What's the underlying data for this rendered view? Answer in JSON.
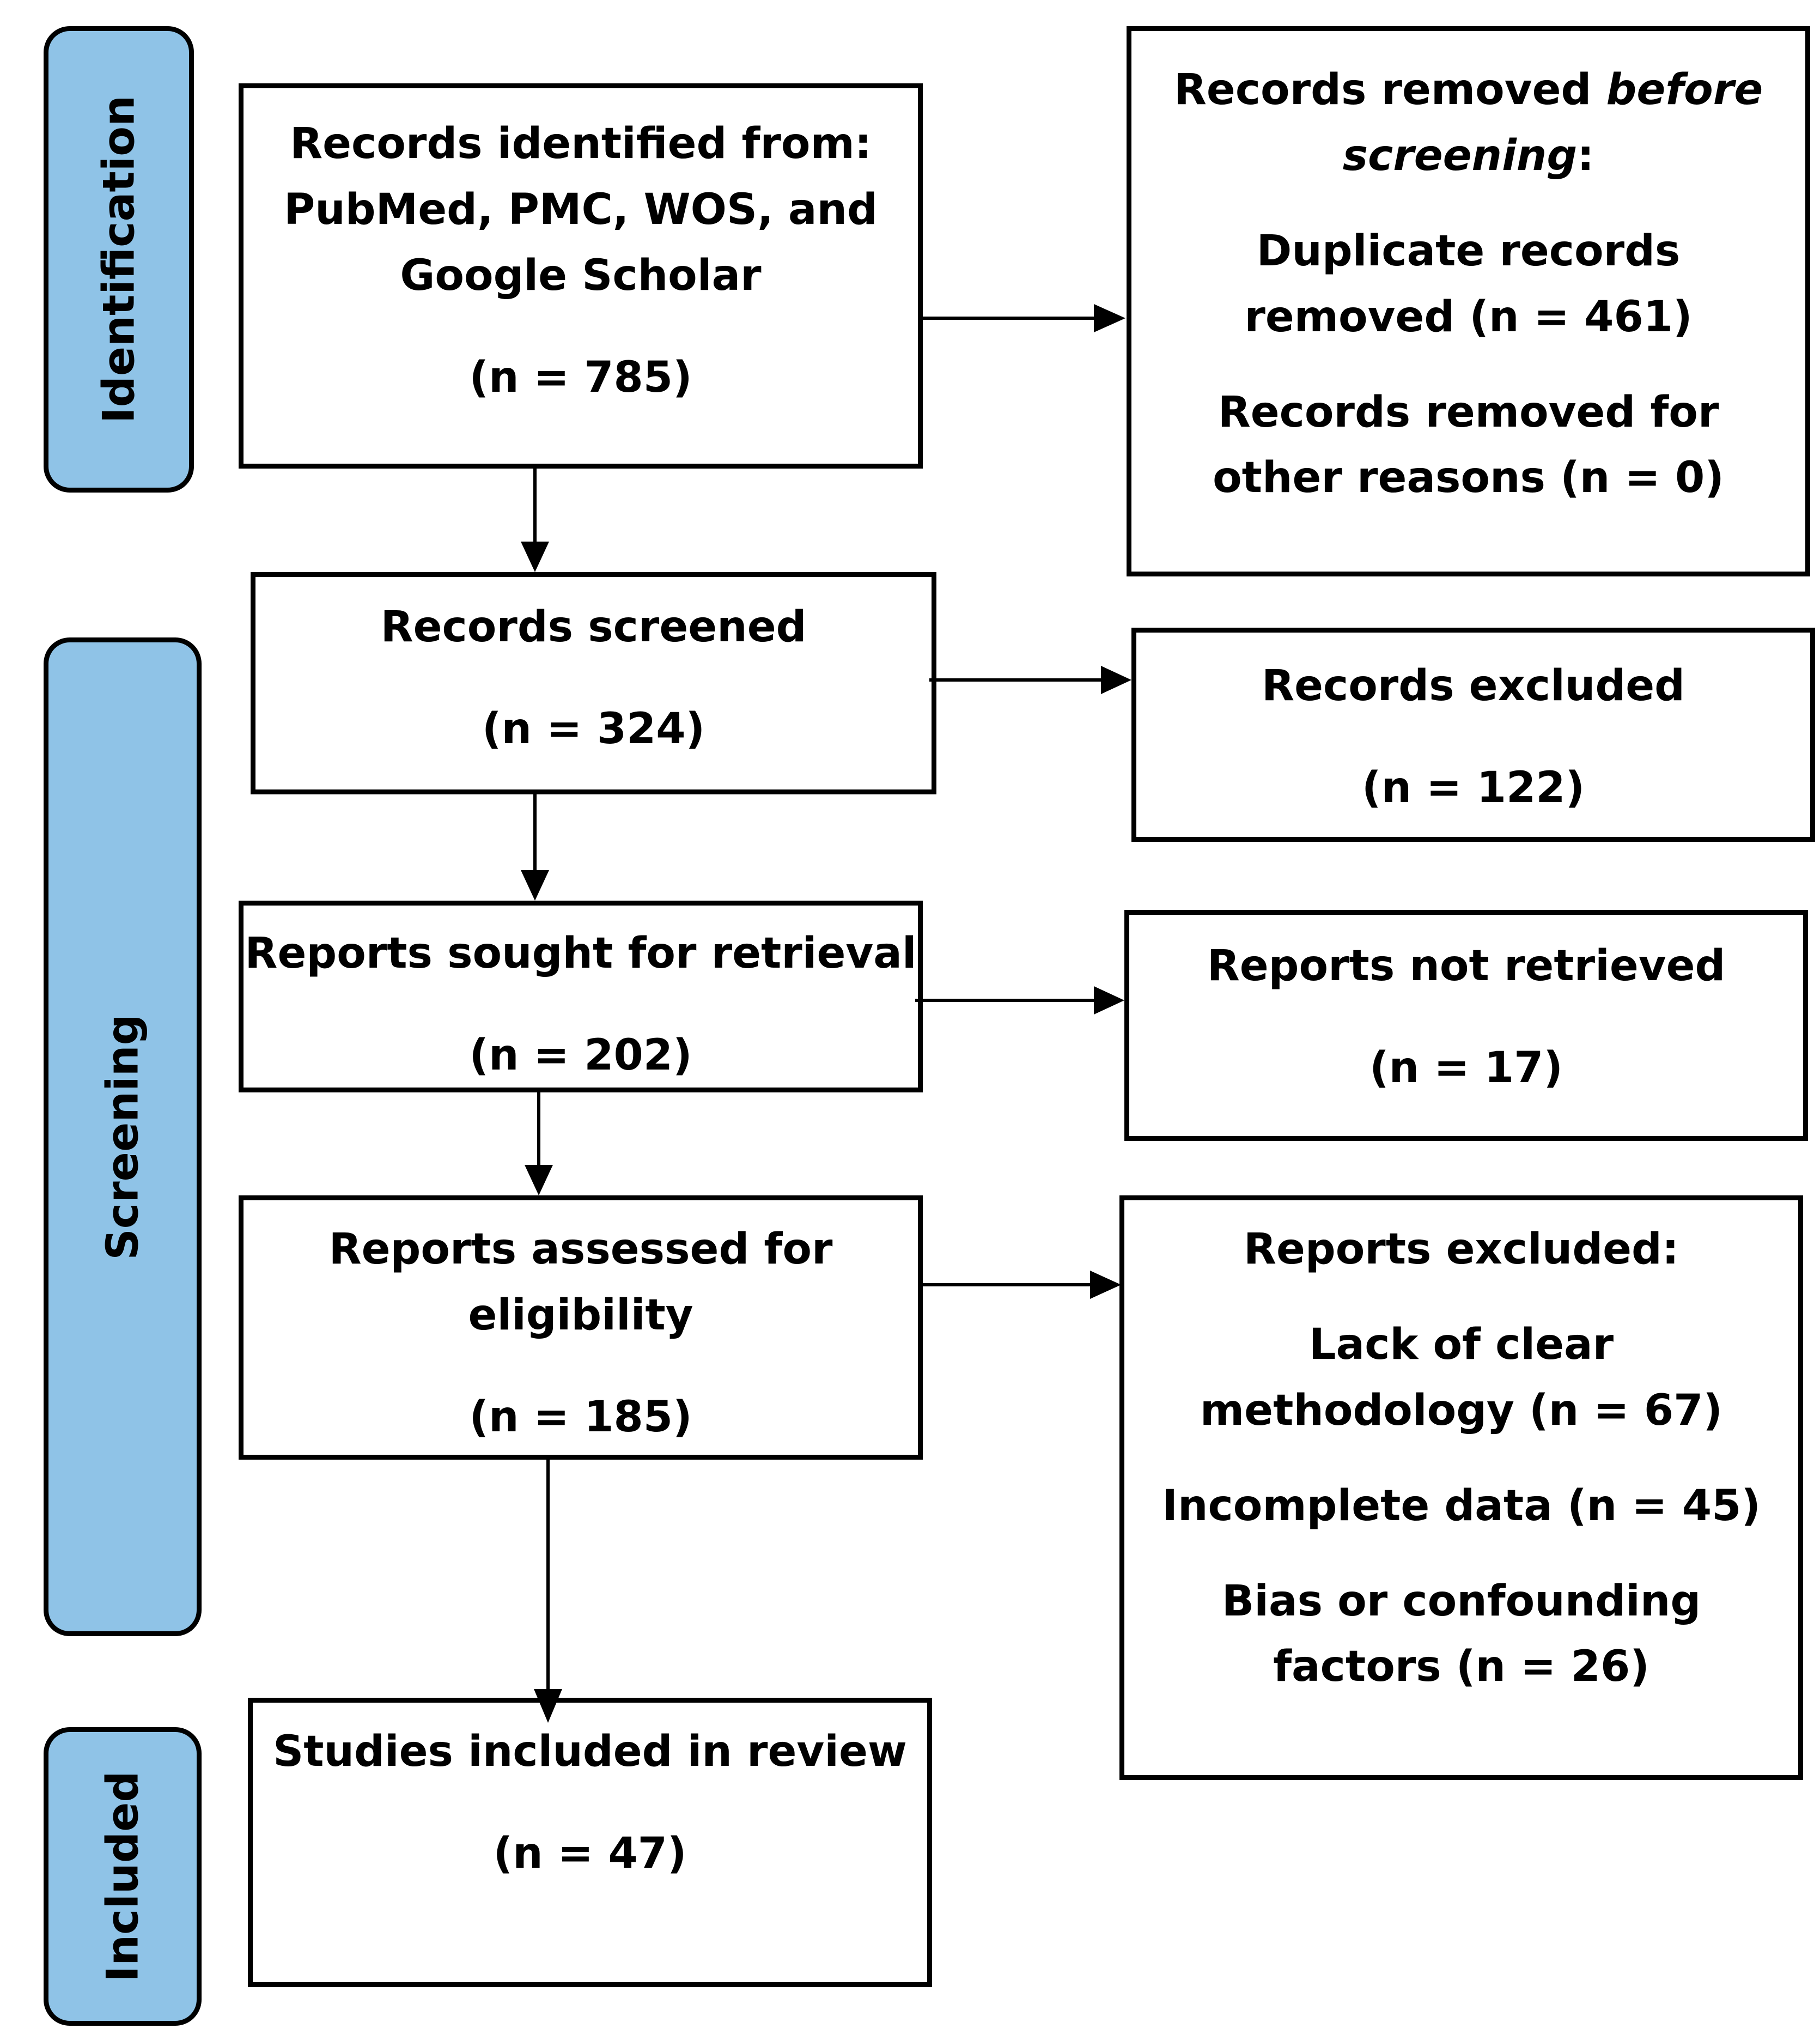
{
  "phases": {
    "identification": "Identification",
    "screening": "Screening",
    "included": "Included"
  },
  "records_identified": {
    "line1": "Records identified from:",
    "line2": "PubMed, PMC, WOS, and",
    "line3": "Google Scholar",
    "count": "(n = 785)"
  },
  "records_removed": {
    "title_a": "Records removed ",
    "title_b": "before",
    "title_c": "screening",
    "title_d": ":",
    "duplicates_l1": "Duplicate records",
    "duplicates_l2": "removed (n = 461)",
    "other_l1": "Records removed for",
    "other_l2": "other reasons (n = 0)"
  },
  "records_screened": {
    "label": "Records screened",
    "count": "(n = 324)"
  },
  "records_excluded": {
    "label": "Records excluded",
    "count": "(n = 122)"
  },
  "reports_sought": {
    "label": "Reports sought for retrieval",
    "count": "(n = 202)"
  },
  "reports_not_retrieved": {
    "label": "Reports not retrieved",
    "count": "(n = 17)"
  },
  "reports_assessed": {
    "line1": "Reports assessed for",
    "line2": "eligibility",
    "count": "(n = 185)"
  },
  "reports_excluded": {
    "title": "Reports excluded:",
    "r1_l1": "Lack of clear",
    "r1_l2": "methodology (n = 67)",
    "r2": "Incomplete data (n = 45)",
    "r3_l1": "Bias or confounding",
    "r3_l2": "factors (n = 26)"
  },
  "studies_included": {
    "label": "Studies included in review",
    "count": "(n = 47)"
  }
}
